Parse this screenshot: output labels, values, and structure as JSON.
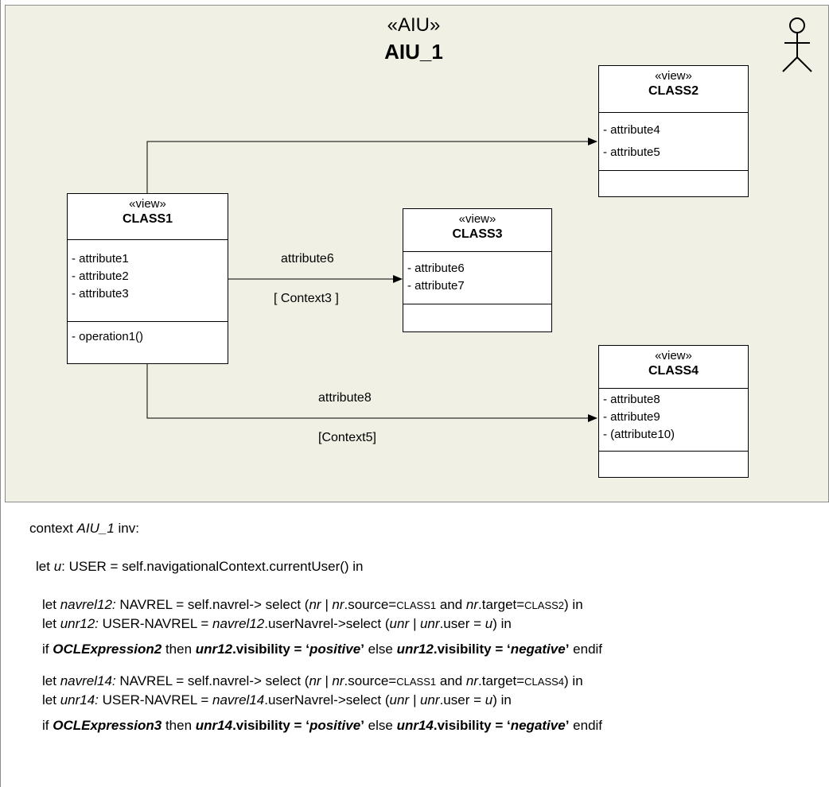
{
  "aiu": {
    "stereotype": "«AIU»",
    "name": "AIU_1"
  },
  "classes": [
    {
      "stereotype": "«view»",
      "name": "CLASS1",
      "attributes": [
        "- attribute1",
        "- attribute2",
        "- attribute3"
      ],
      "operations": [
        "- operation1()"
      ]
    },
    {
      "stereotype": "«view»",
      "name": "CLASS2",
      "attributes": [
        "- attribute4",
        "- attribute5"
      ],
      "operations": []
    },
    {
      "stereotype": "«view»",
      "name": "CLASS3",
      "attributes": [
        "- attribute6",
        "- attribute7"
      ],
      "operations": []
    },
    {
      "stereotype": "«view»",
      "name": "CLASS4",
      "attributes": [
        "- attribute8",
        "- attribute9",
        "- (attribute10)"
      ],
      "operations": []
    }
  ],
  "edges": [
    {
      "from": "CLASS1",
      "to": "CLASS2",
      "label": "",
      "context": ""
    },
    {
      "from": "CLASS1",
      "to": "CLASS3",
      "label": "attribute6",
      "context": "[ Context3 ]"
    },
    {
      "from": "CLASS1",
      "to": "CLASS4",
      "label": "attribute8",
      "context": "[Context5]"
    }
  ],
  "ocl": {
    "l1": {
      "a": "context ",
      "b": "AIU_1",
      "c": " inv:"
    },
    "l2": {
      "a": "let ",
      "b": "u",
      "c": ": USER = self.navigationalContext.currentUser() in"
    },
    "l3": {
      "a": "let ",
      "b": "navrel12:",
      "c": " NAVREL = self.navrel-> select (",
      "d": "nr | nr",
      "e": ".source=",
      "f": "CLASS1",
      "g": " and  ",
      "h": "nr",
      "i": ".target=",
      "j": "CLASS2",
      "k": ") in"
    },
    "l4": {
      "a": "let ",
      "b": "unr12:",
      "c": " USER-NAVREL = ",
      "d": "navrel12",
      "e": ".userNavrel->select (",
      "f": "unr | unr",
      "g": ".user = ",
      "h": "u",
      "i": ") in"
    },
    "l5": {
      "a": "if ",
      "b": "OCLExpression2",
      "c": " then ",
      "d": "unr12",
      "e": ".visibility = ‘",
      "f": "positive",
      "g": "’",
      "h": " else ",
      "i": "unr12",
      "j": ".visibility = ‘",
      "k": "negative",
      "l": "’",
      "m": " endif"
    },
    "l6": {
      "a": "let ",
      "b": "navrel14:",
      "c": " NAVREL = self.navrel-> select (",
      "d": "nr | nr",
      "e": ".source=",
      "f": "CLASS1",
      "g": " and ",
      "h": "nr",
      "i": ".target=",
      "j": "CLASS4",
      "k": ") in"
    },
    "l7": {
      "a": "let ",
      "b": "unr14:",
      "c": " USER-NAVREL = ",
      "d": "navrel14",
      "e": ".userNavrel->select (",
      "f": "unr | unr",
      "g": ".user = ",
      "h": "u",
      "i": ") in"
    },
    "l8": {
      "a": "if ",
      "b": "OCLExpression3",
      "c": " then ",
      "d": "unr14",
      "e": ".visibility = ‘",
      "f": "positive",
      "g": "’",
      "h": " else ",
      "i": "unr14",
      "j": ".visibility = ‘",
      "k": "negative",
      "l": "’",
      "m": " endif"
    }
  }
}
